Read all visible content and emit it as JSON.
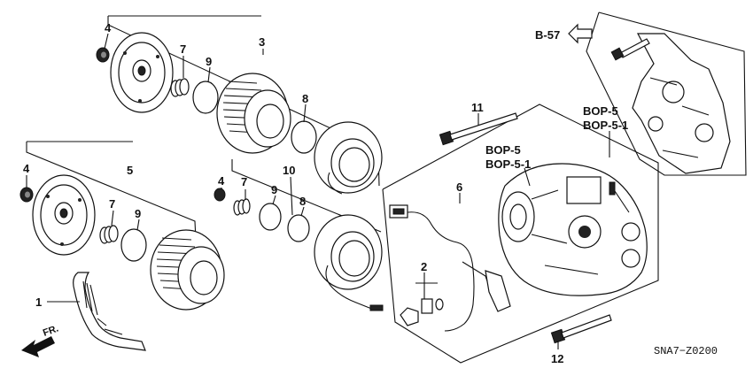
{
  "callouts": {
    "c1": "1",
    "c2": "2",
    "c3": "3",
    "c4a": "4",
    "c4b": "4",
    "c4c": "4",
    "c5": "5",
    "c6": "6",
    "c7a": "7",
    "c7b": "7",
    "c7c": "7",
    "c8a": "8",
    "c8b": "8",
    "c9a": "9",
    "c9b": "9",
    "c9c": "9",
    "c10": "10",
    "c11": "11",
    "c12": "12"
  },
  "refs": {
    "b57": "B-57",
    "bop_top_a": "BOP-5",
    "bop_top_b": "BOP-5-1",
    "bop_mid_a": "BOP-5",
    "bop_mid_b": "BOP-5-1",
    "front": "FR."
  },
  "diagram_code": "SNA7−Z0200"
}
